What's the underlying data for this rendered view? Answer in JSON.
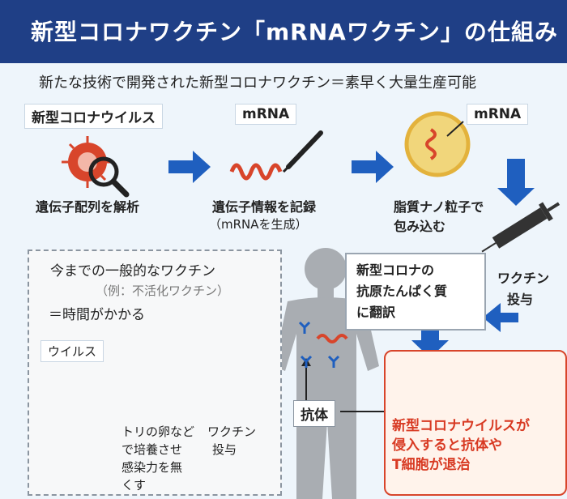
{
  "title": "新型コロナワクチン「mRNAワクチン」の仕組み",
  "subtitle": "新たな技術で開発された新型コロナワクチン＝素早く大量生産可能",
  "steps": {
    "virus_label": "新型コロナウイルス",
    "virus_caption": "遺伝子配列を解析",
    "mrna_label": "mRNA",
    "mrna_caption_1": "遺伝子情報を記録",
    "mrna_caption_2": "（mRNAを生成）",
    "lnp_label": "mRNA",
    "lnp_caption_1": "脂質ナノ粒子で",
    "lnp_caption_2": "包み込む",
    "vaccine_caption_1": "ワクチン",
    "vaccine_caption_2": "投与"
  },
  "traditional": {
    "heading": "今までの一般的なワクチン",
    "example": "（例：不活化ワクチン）",
    "note": "＝時間がかかる",
    "virus_label": "ウイルス",
    "egg_caption_1": "トリの卵など",
    "egg_caption_2": "で培養させ",
    "egg_caption_3": "感染力を無",
    "egg_caption_4": "くす",
    "vaccine_caption_1": "ワクチン",
    "vaccine_caption_2": "投与"
  },
  "callout": {
    "line1": "新型コロナの",
    "line2": "抗原たんぱく質",
    "line3": "に翻訳"
  },
  "antibody_label": "抗体",
  "result": {
    "line1": "新型コロナウイルスが",
    "line2": "侵入すると抗体や",
    "line3": "T細胞が退治"
  },
  "colors": {
    "title_bg": "#1f3f86",
    "arrow": "#1f5fbf",
    "virus": "#d8452b",
    "result_text": "#d83a23",
    "antibody": "#1f5fbf",
    "body": "#a9adb2"
  }
}
